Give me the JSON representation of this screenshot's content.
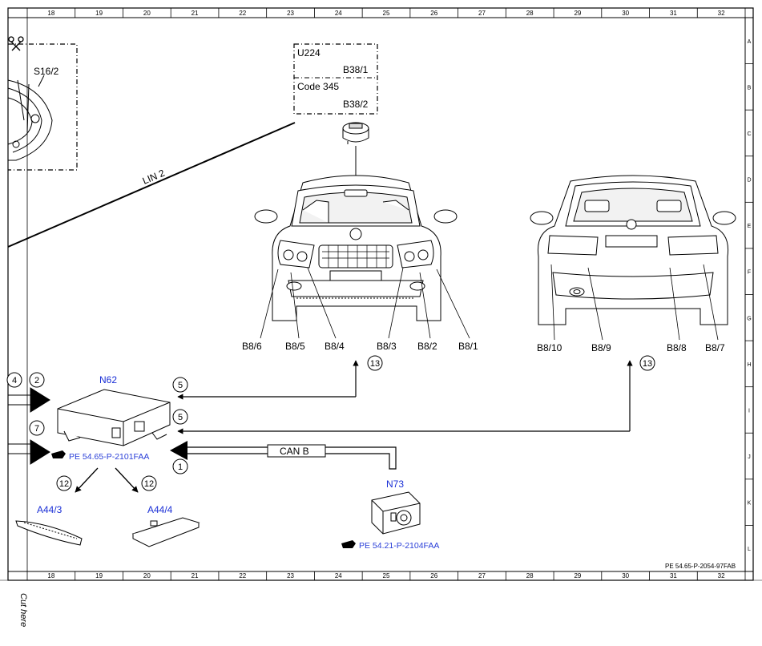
{
  "frame": {
    "columns": [
      "18",
      "19",
      "20",
      "21",
      "22",
      "23",
      "24",
      "25",
      "26",
      "27",
      "28",
      "29",
      "30",
      "31",
      "32"
    ],
    "rows": [
      "A",
      "B",
      "C",
      "D",
      "E",
      "F",
      "G",
      "H",
      "I",
      "J",
      "K",
      "L"
    ],
    "doc_ref": "PE 54.65-P-2054-97FAB",
    "cut_here": "Cut here"
  },
  "top_left": {
    "label": "S16/2"
  },
  "bus": {
    "lin": "LIN 2",
    "can": "CAN B"
  },
  "u_box": {
    "line1": "U224",
    "line1_right": "B38/1",
    "line2": "Code 345",
    "line2_right": "B38/2"
  },
  "front_labels": [
    "B8/6",
    "B8/5",
    "B8/4",
    "B8/3",
    "B8/2",
    "B8/1"
  ],
  "rear_labels": [
    "B8/10",
    "B8/9",
    "B8/8",
    "B8/7"
  ],
  "modules": {
    "n62": {
      "name": "N62",
      "ref": "PE 54.65-P-2101FAA"
    },
    "n73": {
      "name": "N73",
      "ref": "PE 54.21-P-2104FAA"
    },
    "a44_3": {
      "name": "A44/3"
    },
    "a44_4": {
      "name": "A44/4"
    }
  },
  "circles": {
    "c4": "4",
    "c2": "2",
    "c7": "7",
    "c5a": "5",
    "c5b": "5",
    "c1": "1",
    "c12a": "12",
    "c12b": "12",
    "c13a": "13",
    "c13b": "13"
  }
}
